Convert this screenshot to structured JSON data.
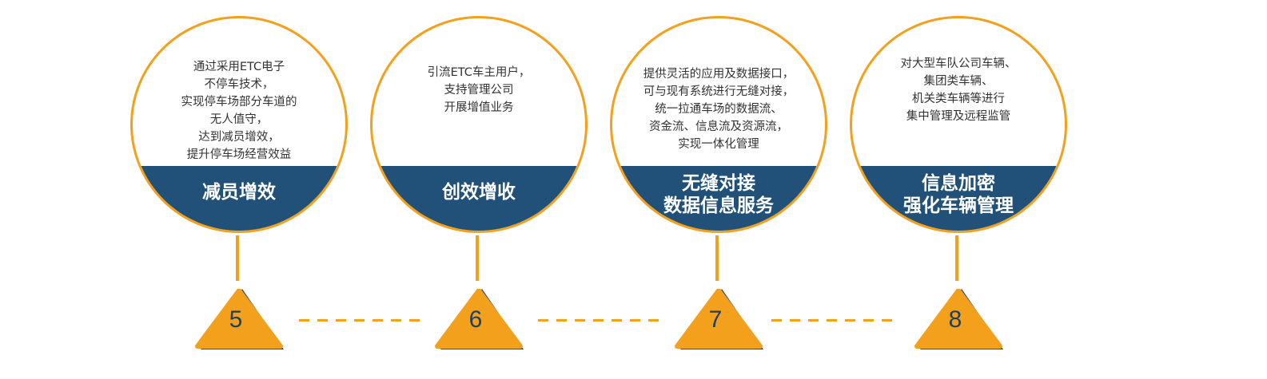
{
  "steps": [
    {
      "number": "5",
      "description": "通过采用ETC电子\n不停车技术，\n实现停车场部分车道的\n无人值守，\n达到减员增效，\n提升停车场经营效益",
      "title": "减员增效"
    },
    {
      "number": "6",
      "description": "引流ETC车主用户，\n支持管理公司\n开展增值业务",
      "title": "创效增收"
    },
    {
      "number": "7",
      "description": "提供灵活的应用及数据接口，\n可与现有系统进行无缝对接，\n统一拉通车场的数据流、\n资金流、信息流及资源流，\n实现一体化管理",
      "title": "无缝对接\n数据信息服务"
    },
    {
      "number": "8",
      "description": "对大型车队公司车辆、\n集团类车辆、\n机关类车辆等进行\n集中管理及远程监管",
      "title": "信息加密\n强化车辆管理"
    }
  ],
  "colors": {
    "accent": "#f3a01d",
    "band": "#215078",
    "shadow": "#2a4f73"
  }
}
